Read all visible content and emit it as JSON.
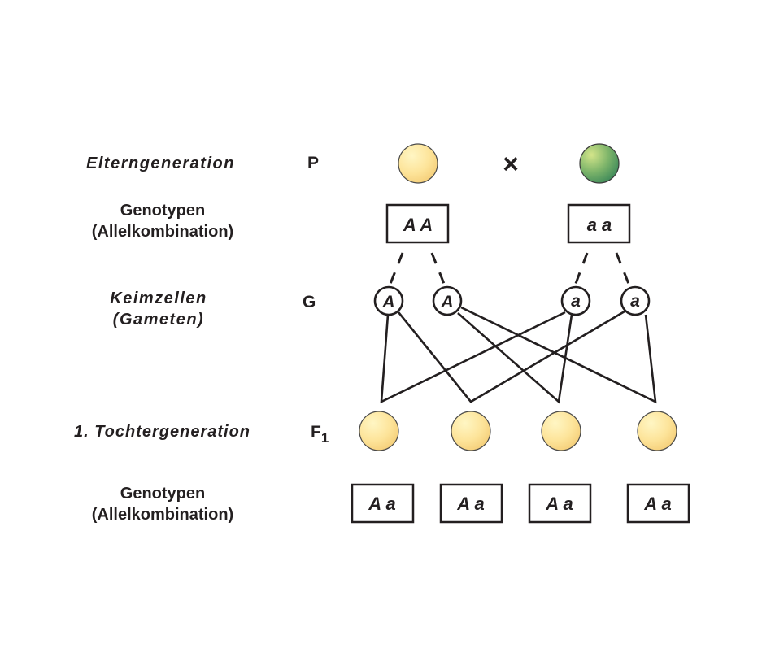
{
  "rows": {
    "parents": {
      "label": "Elterngeneration",
      "symbol": "P"
    },
    "parent_genotypes": {
      "label_line1": "Genotypen",
      "label_line2": "(Allelkombination)"
    },
    "gametes": {
      "label_line1": "Keimzellen",
      "label_line2": "(Gameten)",
      "symbol": "G"
    },
    "f1": {
      "label": "1. Tochtergeneration",
      "symbol": "F",
      "subscript": "1"
    },
    "f1_genotypes": {
      "label_line1": "Genotypen",
      "label_line2": "(Allelkombination)"
    }
  },
  "cross_symbol": "×",
  "parents": [
    {
      "phenotype": "yellow",
      "color": "#fde49a",
      "genotype": "A A"
    },
    {
      "phenotype": "green",
      "color": "#6aa86a",
      "genotype": "a a"
    }
  ],
  "gametes": [
    "A",
    "A",
    "a",
    "a"
  ],
  "offspring": [
    {
      "phenotype": "yellow",
      "color": "#fde49a",
      "genotype": "A a"
    },
    {
      "phenotype": "yellow",
      "color": "#fde49a",
      "genotype": "A a"
    },
    {
      "phenotype": "yellow",
      "color": "#fde49a",
      "genotype": "A a"
    },
    {
      "phenotype": "yellow",
      "color": "#fde49a",
      "genotype": "A a"
    }
  ]
}
